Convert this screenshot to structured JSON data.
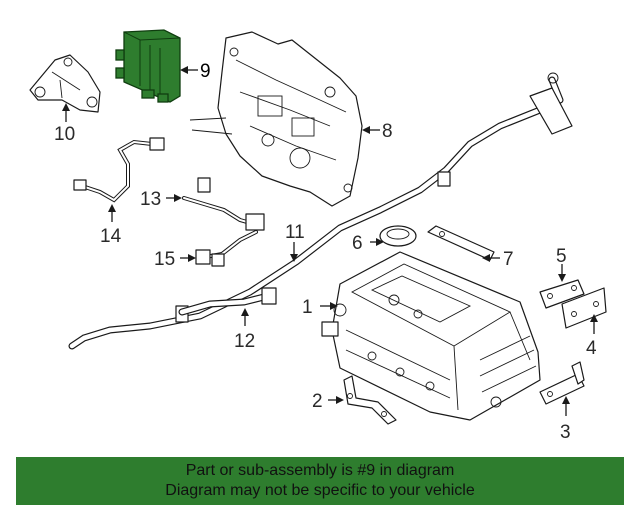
{
  "callouts": {
    "c1": "1",
    "c2": "2",
    "c3": "3",
    "c4": "4",
    "c5": "5",
    "c6": "6",
    "c7": "7",
    "c8": "8",
    "c9": "9",
    "c10": "10",
    "c11": "11",
    "c12": "12",
    "c13": "13",
    "c14": "14",
    "c15": "15"
  },
  "highlighted_callout": "9",
  "colors": {
    "highlight": "#2e7d2e",
    "line": "#1a1a1a"
  },
  "banner": {
    "line1": "Part or sub-assembly is #9 in diagram",
    "line2": "Diagram may not be specific to your vehicle"
  }
}
